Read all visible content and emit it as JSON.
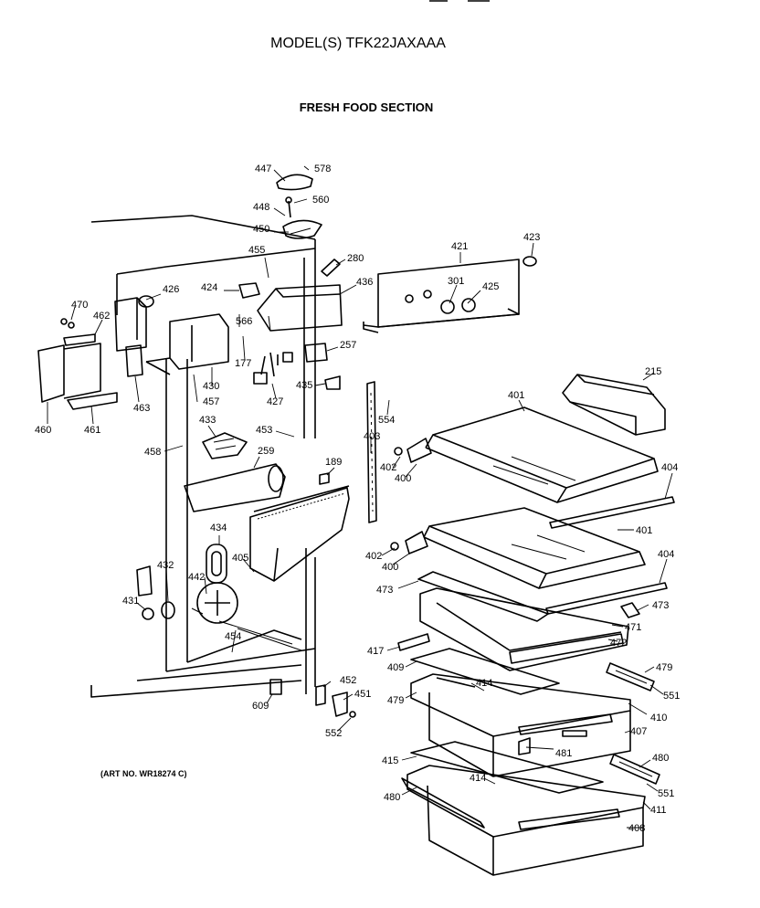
{
  "header": {
    "model": "MODEL(S) TFK22JAXAAA",
    "section": "FRESH FOOD SECTION"
  },
  "art_number": "(ART NO. WR18274 C)",
  "callouts": [
    {
      "id": "c447",
      "label": "447"
    },
    {
      "id": "c578",
      "label": "578"
    },
    {
      "id": "c448",
      "label": "448"
    },
    {
      "id": "c560",
      "label": "560"
    },
    {
      "id": "c450",
      "label": "450"
    },
    {
      "id": "c455",
      "label": "455"
    },
    {
      "id": "c280",
      "label": "280"
    },
    {
      "id": "c421",
      "label": "421"
    },
    {
      "id": "c423",
      "label": "423"
    },
    {
      "id": "c436",
      "label": "436"
    },
    {
      "id": "c301",
      "label": "301"
    },
    {
      "id": "c425",
      "label": "425"
    },
    {
      "id": "c470",
      "label": "470"
    },
    {
      "id": "c426",
      "label": "426"
    },
    {
      "id": "c424",
      "label": "424"
    },
    {
      "id": "c462",
      "label": "462"
    },
    {
      "id": "c566",
      "label": "566"
    },
    {
      "id": "c257",
      "label": "257"
    },
    {
      "id": "c177",
      "label": "177"
    },
    {
      "id": "c463",
      "label": "463"
    },
    {
      "id": "c430",
      "label": "430"
    },
    {
      "id": "c457",
      "label": "457"
    },
    {
      "id": "c427",
      "label": "427"
    },
    {
      "id": "c435",
      "label": "435"
    },
    {
      "id": "c215",
      "label": "215"
    },
    {
      "id": "c460",
      "label": "460"
    },
    {
      "id": "c461",
      "label": "461"
    },
    {
      "id": "c433",
      "label": "433"
    },
    {
      "id": "c453",
      "label": "453"
    },
    {
      "id": "c403",
      "label": "403"
    },
    {
      "id": "c554",
      "label": "554"
    },
    {
      "id": "c401a",
      "label": "401"
    },
    {
      "id": "c458",
      "label": "458"
    },
    {
      "id": "c259",
      "label": "259"
    },
    {
      "id": "c189",
      "label": "189"
    },
    {
      "id": "c402a",
      "label": "402"
    },
    {
      "id": "c400a",
      "label": "400"
    },
    {
      "id": "c404a",
      "label": "404"
    },
    {
      "id": "c434",
      "label": "434"
    },
    {
      "id": "c401b",
      "label": "401"
    },
    {
      "id": "c405",
      "label": "405"
    },
    {
      "id": "c402b",
      "label": "402"
    },
    {
      "id": "c400b",
      "label": "400"
    },
    {
      "id": "c404b",
      "label": "404"
    },
    {
      "id": "c432",
      "label": "432"
    },
    {
      "id": "c442",
      "label": "442"
    },
    {
      "id": "c473a",
      "label": "473"
    },
    {
      "id": "c473b",
      "label": "473"
    },
    {
      "id": "c431",
      "label": "431"
    },
    {
      "id": "c471",
      "label": "471"
    },
    {
      "id": "c454",
      "label": "454"
    },
    {
      "id": "c417",
      "label": "417"
    },
    {
      "id": "c472",
      "label": "472"
    },
    {
      "id": "c409",
      "label": "409"
    },
    {
      "id": "c479a",
      "label": "479"
    },
    {
      "id": "c452",
      "label": "452"
    },
    {
      "id": "c414a",
      "label": "414"
    },
    {
      "id": "c551a",
      "label": "551"
    },
    {
      "id": "c609",
      "label": "609"
    },
    {
      "id": "c451",
      "label": "451"
    },
    {
      "id": "c479b",
      "label": "479"
    },
    {
      "id": "c410",
      "label": "410"
    },
    {
      "id": "c552",
      "label": "552"
    },
    {
      "id": "c407",
      "label": "407"
    },
    {
      "id": "c481",
      "label": "481"
    },
    {
      "id": "c415",
      "label": "415"
    },
    {
      "id": "c480a",
      "label": "480"
    },
    {
      "id": "c414b",
      "label": "414"
    },
    {
      "id": "c551b",
      "label": "551"
    },
    {
      "id": "c480b",
      "label": "480"
    },
    {
      "id": "c411",
      "label": "411"
    },
    {
      "id": "c408",
      "label": "408"
    }
  ]
}
